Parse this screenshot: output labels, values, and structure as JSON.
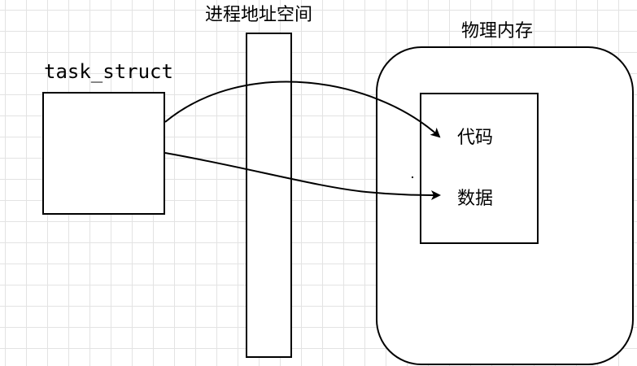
{
  "diagram": {
    "task_struct_label": "task_struct",
    "address_space_label": "进程地址空间",
    "physical_memory_label": "物理内存",
    "code_label": "代码",
    "data_label": "数据"
  },
  "connections": [
    {
      "from": "task_struct",
      "to": "代码"
    },
    {
      "from": "task_struct",
      "to": "数据"
    }
  ]
}
